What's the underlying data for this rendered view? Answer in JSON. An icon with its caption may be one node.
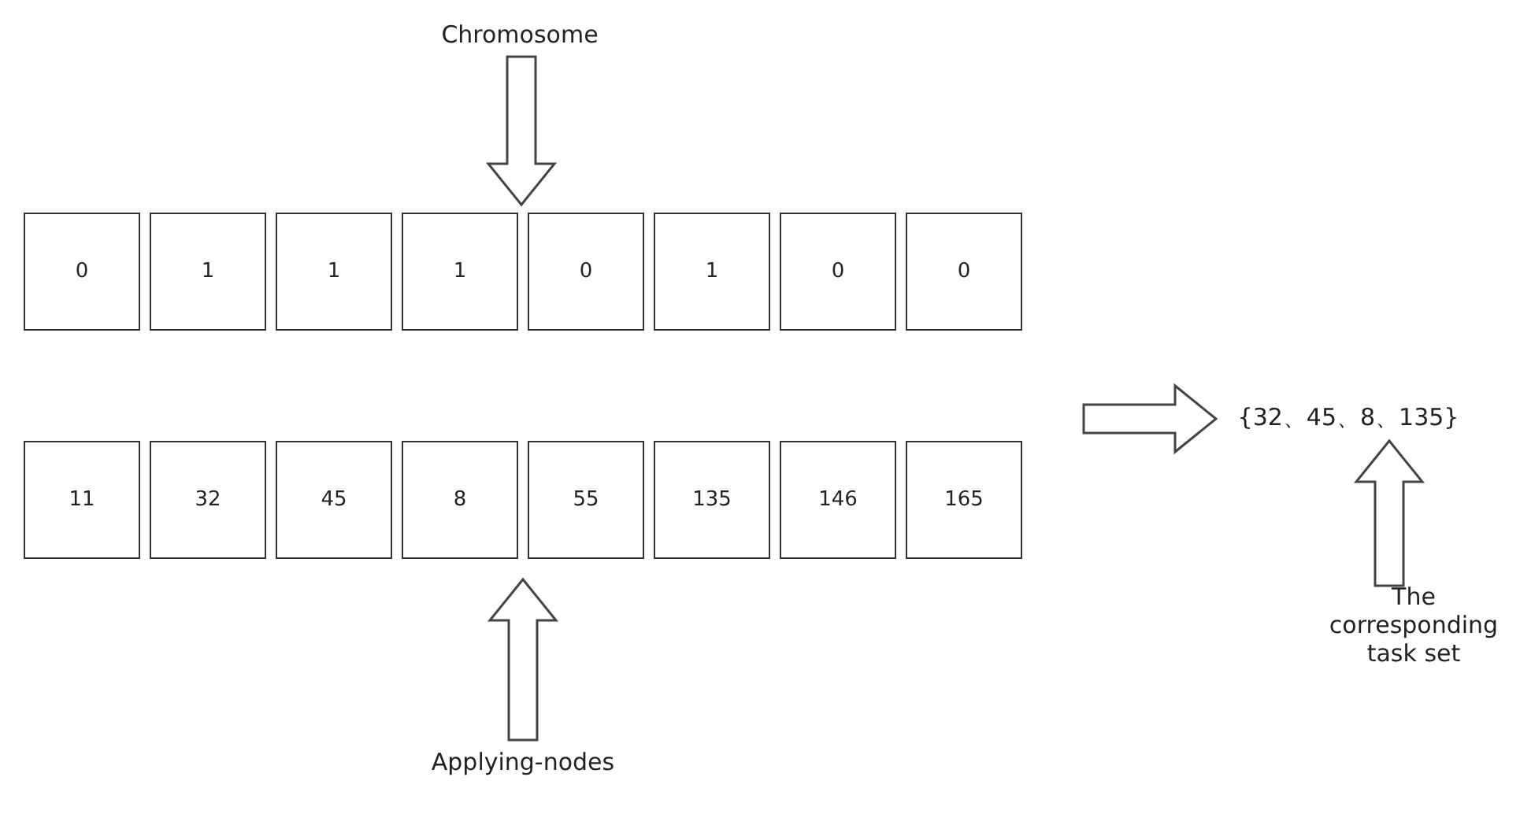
{
  "diagram": {
    "nodes": [
      {
        "text": [
          "Chromosome"
        ]
      },
      {
        "text": [
          "0"
        ]
      },
      {
        "text": [
          "1"
        ]
      },
      {
        "text": [
          "1"
        ]
      },
      {
        "text": [
          "1"
        ]
      },
      {
        "text": [
          "0"
        ]
      },
      {
        "text": [
          "1"
        ]
      },
      {
        "text": [
          "0"
        ]
      },
      {
        "text": [
          "0"
        ]
      },
      {
        "text": [
          "11"
        ]
      },
      {
        "text": [
          "32"
        ]
      },
      {
        "text": [
          "45"
        ]
      },
      {
        "text": [
          "8"
        ]
      },
      {
        "text": [
          "55"
        ]
      },
      {
        "text": [
          "135"
        ]
      },
      {
        "text": [
          "146"
        ]
      },
      {
        "text": [
          "165"
        ]
      },
      {
        "text": [
          "Applying-nodes"
        ]
      },
      {
        "text": [
          "{32、45、8、135}"
        ]
      },
      {
        "text": [
          "The corresponding task set"
        ]
      }
    ],
    "edges": [
      {
        "from": 0,
        "to": null,
        "arrow": "to"
      },
      {
        "from": 17,
        "to": null,
        "arrow": "to"
      },
      {
        "from": null,
        "to": 18,
        "arrow": "to"
      },
      {
        "from": 19,
        "to": 18,
        "arrow": "to"
      }
    ]
  }
}
